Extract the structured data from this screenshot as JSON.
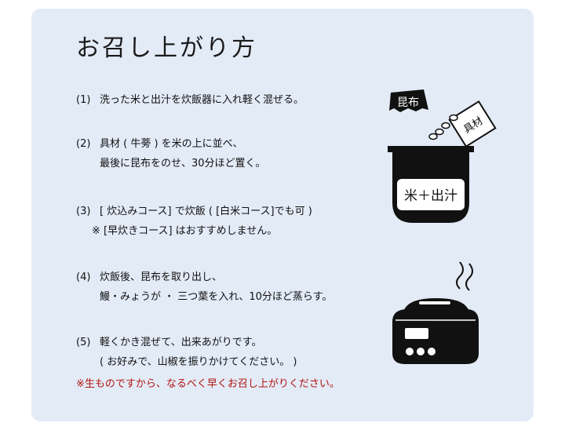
{
  "title": "お召し上がり方",
  "steps": [
    {
      "num": "(1)",
      "line1": "洗った米と出汁を炊飯器に入れ軽く混ぜる。",
      "line2": ""
    },
    {
      "num": "(2)",
      "line1": "具材 ( 牛蒡 ) を米の上に並べ、",
      "line2": "最後に昆布をのせ、30分ほど置く。"
    },
    {
      "num": "(3)",
      "line1": "[ 炊込みコース] で炊飯 ( [白米コース]でも可 )",
      "line2": "※ [早炊きコース] はおすすめしません。"
    },
    {
      "num": "(4)",
      "line1": "炊飯後、昆布を取り出し、",
      "line2": "鰻・みょうが ・ 三つ葉を入れ、10分ほど蒸らす。"
    },
    {
      "num": "(5)",
      "line1": "軽くかき混ぜて、出来あがりです。",
      "line2": "( お好みで、山椒を振りかけてください。 )"
    }
  ],
  "warning": "※生ものですから、なるべく早くお召し上がりください。",
  "illustration": {
    "kombu_label": "昆布",
    "ingredients_label": "具材",
    "pot_label": "米＋出汁"
  },
  "colors": {
    "panel": "#e3ebf7",
    "warning": "#b3140f"
  }
}
